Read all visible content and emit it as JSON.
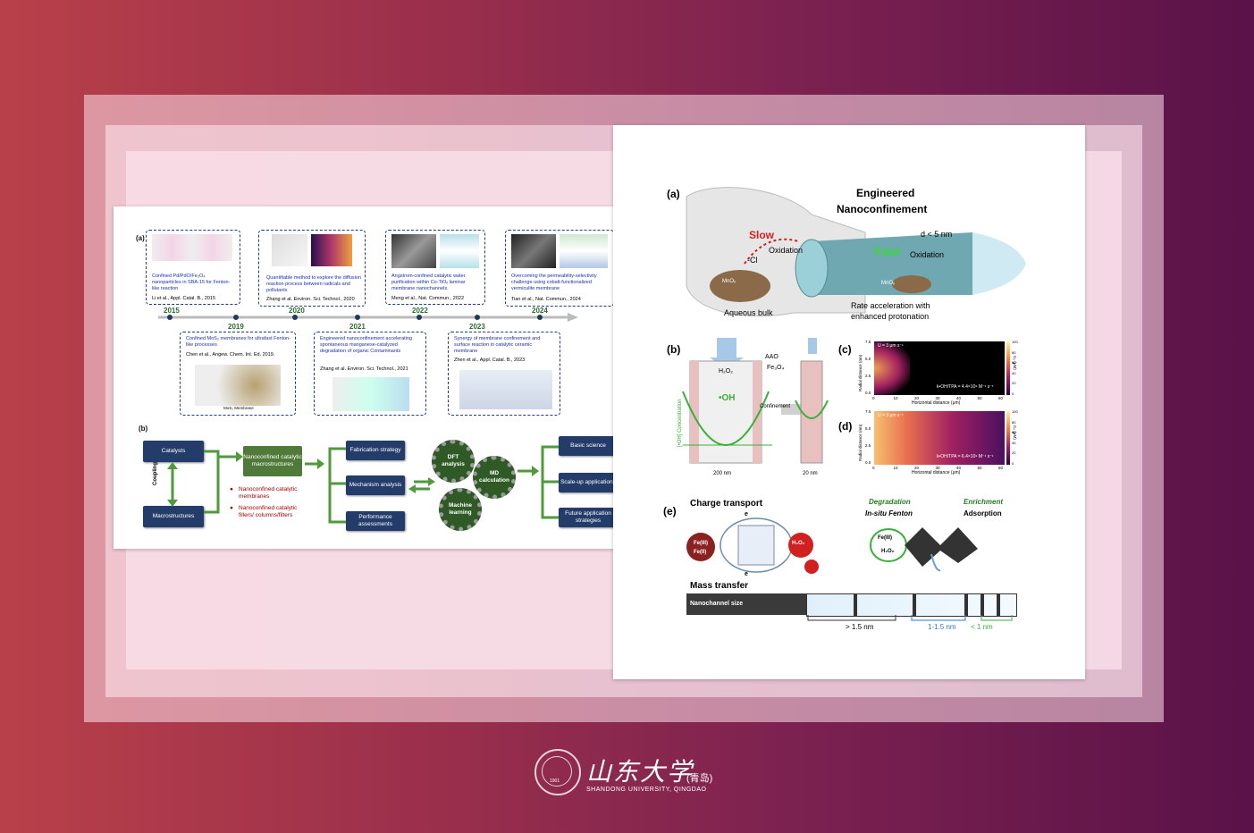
{
  "left_panel": {
    "label_a": "(a)",
    "label_b": "(b)",
    "timeline": {
      "top_years": [
        "2015",
        "2020",
        "2022",
        "2024"
      ],
      "bottom_years": [
        "2019",
        "2021",
        "2023"
      ],
      "top_boxes": [
        {
          "title": "Confined Pd/PdO/Fe₃O₄ nanoparticles in SBA-15 for Fenton-like reaction",
          "cite": "Li et al., Appl. Catal. B., 2015"
        },
        {
          "title": "Quantifiable method to explore the diffusion reaction process between radicals and pollutants",
          "cite": "Zhang et al. Environ. Sci. Technol., 2020"
        },
        {
          "title": "Angstrom-confined catalytic water purification within Co-TiOₓ laminar membrane nanochannels.",
          "cite": "Meng et al., Nat. Commun., 2022"
        },
        {
          "title": "Overcoming the permeability-selectivity challenge using cobalt-functionalized vermiculite membrane",
          "cite": "Tian et al., Nat. Commun., 2024"
        }
      ],
      "bottom_boxes": [
        {
          "title": "Confined MoS₂ membranes for ultrafast Fenton-like processes",
          "cite": "Chen et al., Angew. Chem. Int. Ed. 2019.",
          "caption": "MoS₂ Membrane"
        },
        {
          "title": "Engineered nanoconfinement accelerating spontaneous manganese-catalyzed degradation of organic Contaminants",
          "cite": "Zhang et al. Environ. Sci. Technol., 2021"
        },
        {
          "title": "Synergy of membrane confinement and surface reaction in catalytic ceramic membrane",
          "cite": "Zhen et al., Appl. Catal. B., 2023"
        }
      ]
    },
    "flow": {
      "catalysts": "Catalysts",
      "coupling": "Coupling",
      "macrostructures": "Macrostructures",
      "nano_macro": "Nanoconfined catalytic macrostructures",
      "bullets": [
        "Nanoconfined catalytic membranes",
        "Nanoconfined catalytic fillers/ columns/filters"
      ],
      "fabrication": "Fabrication strategy",
      "mechanism": "Mechanism analysis",
      "performance": "Performance assessments",
      "dft": "DFT analysis",
      "md": "MD calculation",
      "ml": "Machine learning",
      "basic": "Basic science",
      "scaleup": "Scale-up applications",
      "future": "Future application strategies"
    }
  },
  "right_panel": {
    "a": {
      "label": "(a)",
      "title1": "Engineered",
      "title2": "Nanoconfinement",
      "slow": "Slow",
      "fast": "Fast",
      "oxidation": "Oxidation",
      "minus_cl": "-Cl",
      "d": "d < 5 nm",
      "bulk": "Aqueous bulk",
      "mno": "MnOₓ",
      "rate1": "Rate acceleration with",
      "rate2": "enhanced protonation"
    },
    "b": {
      "label": "(b)",
      "aao": "AAO",
      "fe": "Fe₃O₄",
      "h2o2": "H₂O₂",
      "oh": "•OH",
      "conf": "Confinement",
      "conc": "[•OH] Concentration",
      "w1": "200 nm",
      "w2": "20 nm"
    },
    "c": {
      "label": "(c)",
      "u": "U = 3 μm s⁻¹",
      "k": "k•OH/TPA = 4.4×10⁹ M⁻¹ s⁻¹",
      "ylab": "Radial distance (nm)",
      "xlab": "Horizontal distance (μm)",
      "cb": "C₀ (μM)",
      "xticks": [
        "0",
        "10",
        "20",
        "30",
        "40",
        "50",
        "60"
      ],
      "yticks": [
        "7.5",
        "5.0",
        "2.5",
        "0.0"
      ],
      "cbticks": [
        "100",
        "80",
        "60",
        "40",
        "20",
        "0"
      ]
    },
    "d": {
      "label": "(d)",
      "u": "U = 3 μm s⁻¹",
      "k": "k•OH/TPA = 6.4×10⁹ M⁻¹ s⁻¹",
      "ylab": "Radial distance (nm)",
      "xlab": "Horizontal distance (μm)",
      "cb": "C₀ (μM)",
      "xticks": [
        "0",
        "10",
        "20",
        "30",
        "40",
        "50",
        "60"
      ],
      "yticks": [
        "7.5",
        "5.0",
        "2.5",
        "0.0"
      ],
      "cbticks": [
        "100",
        "80",
        "60",
        "40",
        "20",
        "0"
      ]
    },
    "e": {
      "label": "(e)",
      "charge": "Charge transport",
      "degradation": "Degradation",
      "enrichment": "Enrichment",
      "insitu": "In-situ Fenton",
      "adsorption": "Adsorption",
      "fe3": "Fe(III)",
      "fe2": "Fe(II)",
      "h2o2": "H₂O₂",
      "e": "e",
      "mass": "Mass transfer",
      "size": "Nanochannel size",
      "s1": "> 1.5 nm",
      "s2": "1-1.5 nm",
      "s3": "< 1 nm"
    }
  },
  "logo": {
    "cn": "山东大学",
    "cn2": "(青岛)",
    "en": "SHANDONG UNIVERSITY, QINGDAO",
    "year": "1901"
  }
}
